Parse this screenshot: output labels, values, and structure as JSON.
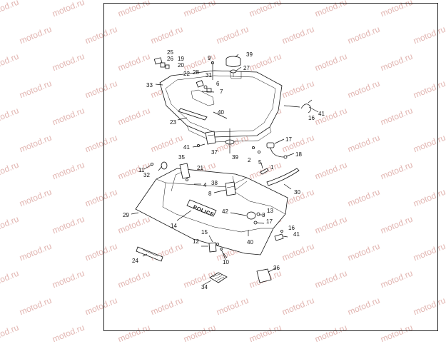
{
  "watermark": "motod.ru",
  "badge_text": "POLICE",
  "colors": {
    "line": "#111111",
    "watermark": "#e2b6b2",
    "background": "#ffffff"
  },
  "callouts": {
    "c1": "1",
    "c2": "2",
    "c3": "3",
    "c4": "4",
    "c5": "5",
    "c6": "6",
    "c7": "7",
    "c8": "8",
    "c9": "9",
    "c10": "10",
    "c11": "11",
    "c12": "12",
    "c13": "13",
    "c14": "14",
    "c15": "15",
    "c16a": "16",
    "c16b": "16",
    "c17a": "17",
    "c17b": "17",
    "c18": "18",
    "c19": "19",
    "c20": "20",
    "c21": "21",
    "c22": "22",
    "c23": "23",
    "c24": "24",
    "c25": "25",
    "c26": "26",
    "c27": "27",
    "c28": "28",
    "c29": "29",
    "c30": "30",
    "c31": "31",
    "c32": "32",
    "c33": "33",
    "c34": "34",
    "c35": "35",
    "c36": "36",
    "c37": "37",
    "c38": "38",
    "c39a": "39",
    "c39b": "39",
    "c40a": "40",
    "c40b": "40",
    "c41a": "41",
    "c41b": "41",
    "c41c": "41",
    "c42": "42"
  }
}
